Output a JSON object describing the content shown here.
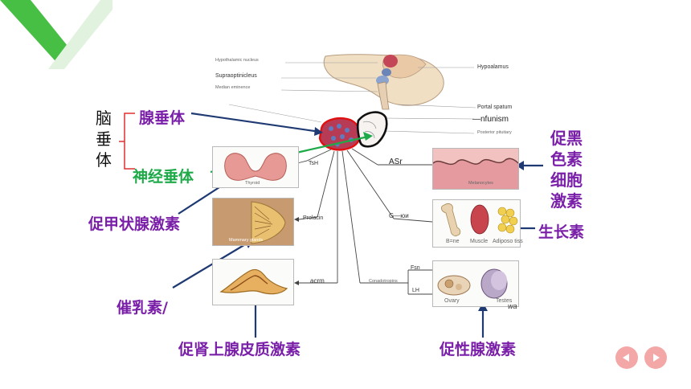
{
  "slide": {
    "brand_color": "#3dbb3a",
    "accent_color": "#7a1fa8",
    "green_label_color": "#1faa4a",
    "arrow_color": "#1f3a73"
  },
  "labels": {
    "naochuiti": "脑\n垂\n体",
    "xianchuiti": "腺垂体",
    "shenjingchuiti": "神经垂体",
    "cujiazhuangxian": "促甲状腺激素",
    "cuiru": "催乳素/",
    "cushenshangxian": "促肾上腺皮质激素",
    "cuheise": "促黑\n色素\n细胞\n激素",
    "shengzhang": "生长素",
    "cuxingxian": "促性腺激素"
  },
  "figure": {
    "hypothalamic_nucleus": "Hypothalamic nucleus",
    "supraoptic": "Supraoptinicleus",
    "median_eminence": "Median eminence",
    "hypoalamus": "Hypoalamus",
    "portal": "Portal spatum",
    "infundibulum": "—nfunism",
    "posterior": "Posterior pituitary",
    "tsh": "TsH",
    "asr": "ASr",
    "prolactin": "Prolacin",
    "gh": "G—юи",
    "acth": "acrm",
    "gonadotropins": "Conadotropins",
    "fsh": "Fsn",
    "lh": "LH",
    "thyroid": "Thyroid",
    "mammary": "Mammary glands",
    "melanocytes": "Melanocytes",
    "bone": "B=ne",
    "muscle": "Muscle",
    "adipose": "Adiposo tiss",
    "ovary": "Ovary",
    "testes": "Testes",
    "wa": "wa"
  },
  "nav": {
    "prev_icon": "triangle-left-icon",
    "next_icon": "triangle-right-icon"
  }
}
